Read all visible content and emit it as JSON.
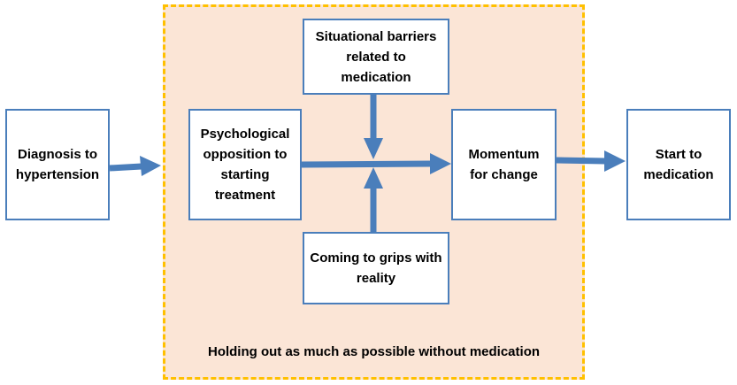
{
  "diagram": {
    "region_label": "Holding out as much as possible without medication",
    "nodes": {
      "diagnosis": "Diagnosis to hypertension",
      "psychological": "Psychological opposition to starting treatment",
      "situational": "Situational barriers related to medication",
      "coming_to_grips": "Coming to grips with reality",
      "momentum": "Momentum for change",
      "start": "Start to medication"
    },
    "colors": {
      "region_fill": "#fbe5d6",
      "region_border": "#ffc000",
      "box_border": "#4a7ebb",
      "arrow": "#4a7ebb"
    }
  }
}
